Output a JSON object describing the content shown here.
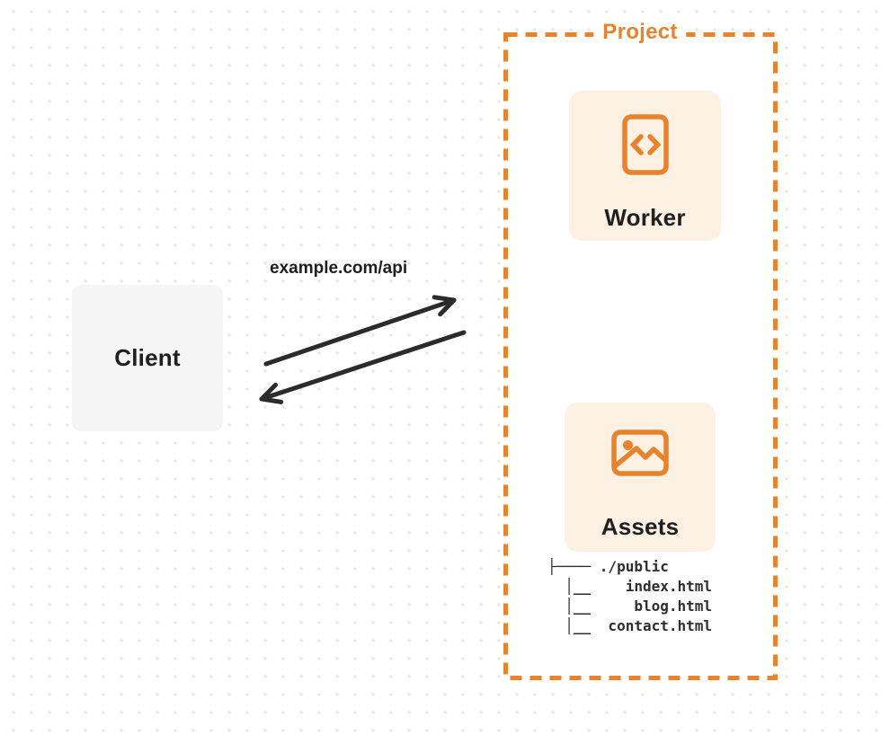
{
  "diagram": {
    "project": {
      "title": "Project",
      "worker": {
        "label": "Worker",
        "icon": "code-file-icon"
      },
      "assets": {
        "label": "Assets",
        "icon": "image-icon"
      },
      "file_tree": {
        "lines": [
          "├──── ./public",
          "  │__    index.html",
          "  │__     blog.html",
          "  │__  contact.html"
        ]
      }
    },
    "client": {
      "label": "Client"
    },
    "request_label": "example.com/api",
    "arrows": {
      "request": "client-to-project",
      "response": "project-to-client"
    },
    "colors": {
      "accent_orange": "#e8832c",
      "card_fill": "#fdf1e3",
      "client_card_fill": "#f5f5f6",
      "ink": "#202020",
      "arrow": "#2b2b2b",
      "dot_grid": "#e4e4e7"
    }
  }
}
